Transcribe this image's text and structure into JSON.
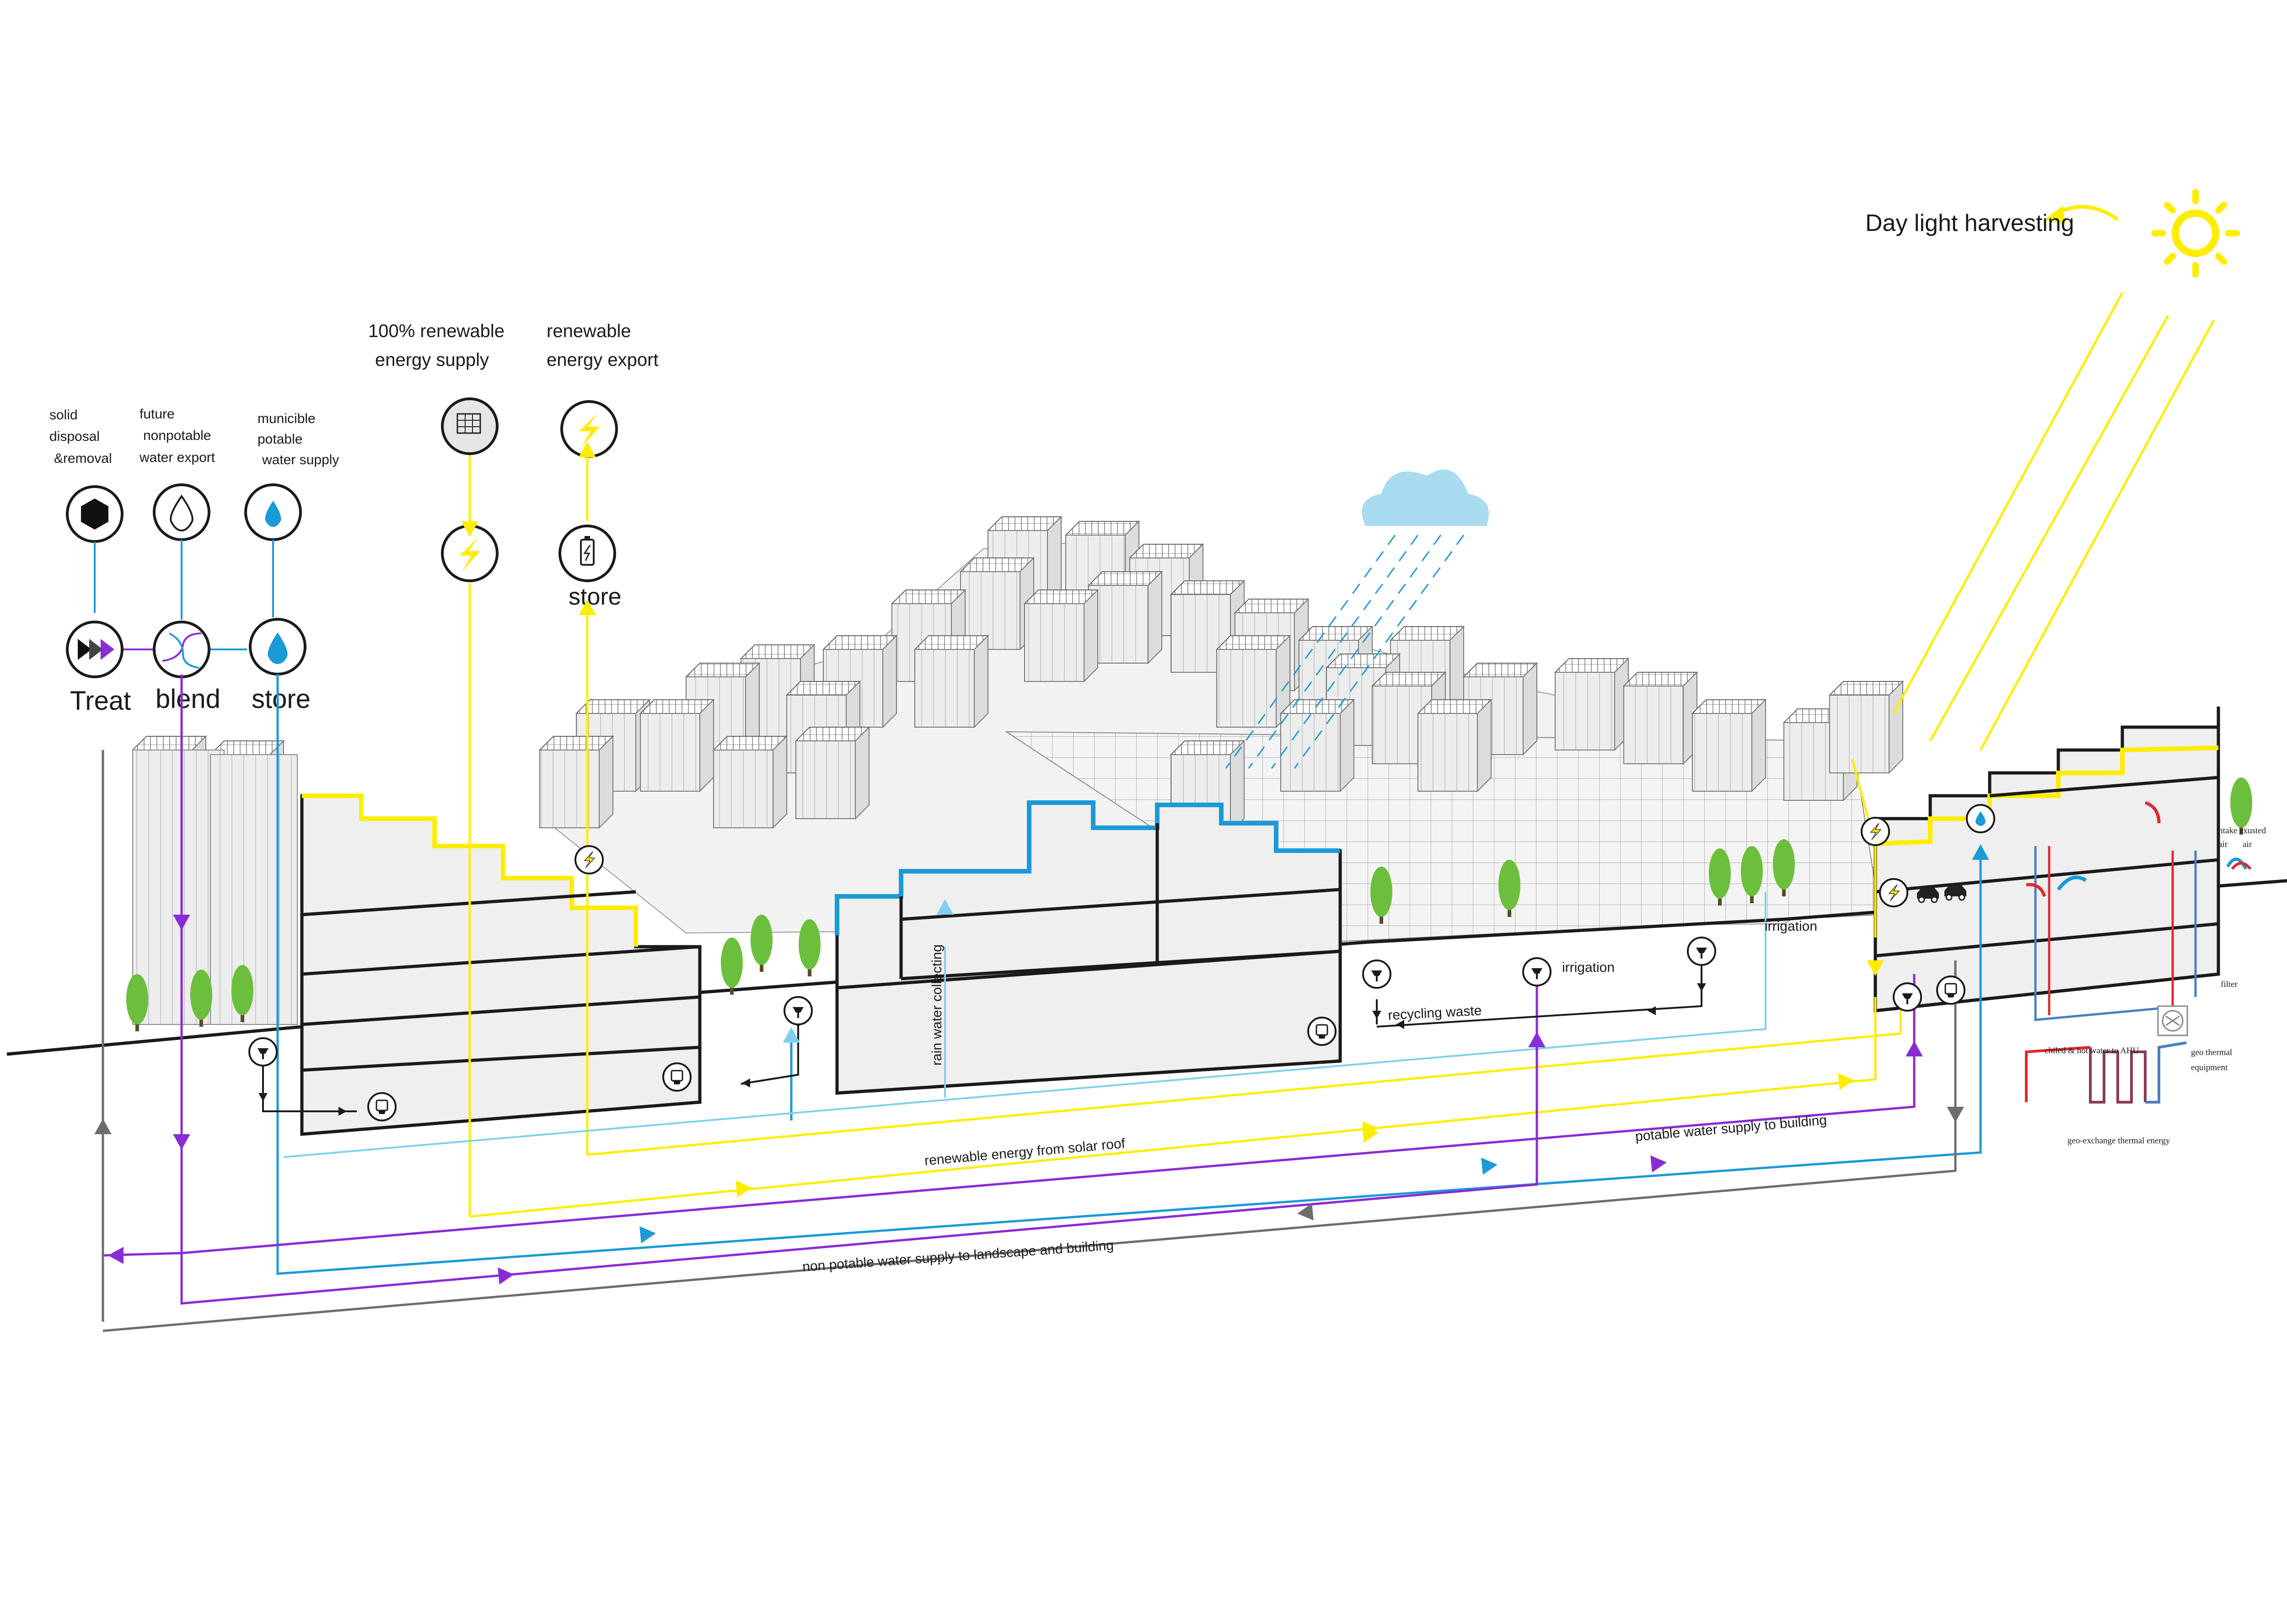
{
  "labels": {
    "daylight": "Day light harvesting",
    "renewable_supply_1": "100% renewable",
    "renewable_supply_2": "energy supply",
    "renewable_export_1": "renewable",
    "renewable_export_2": "energy export",
    "store_energy": "store",
    "solid_1": "solid",
    "solid_2": "disposal",
    "solid_3": "&removal",
    "future_1": "future",
    "future_2": "nonpotable",
    "future_3": "water export",
    "municible_1": "municible",
    "municible_2": "potable",
    "municible_3": "water supply",
    "treat": "Treat",
    "blend": "blend",
    "store_water": "store",
    "rain_water": "rain water collecting",
    "irrigation_1": "irrigation",
    "irrigation_2": "irrigation",
    "recycling": "recycling waste",
    "renewable_roof": "renewable energy from solar roof",
    "potable_building": "potable water supply to building",
    "nonpotable": "non potable water supply to landscape and building",
    "intake_1": "intake exusted",
    "intake_2": "air",
    "intake_3": "air",
    "chiled": "chiled & hot water to AHU",
    "geo_equip_1": "geo thermal",
    "geo_equip_2": "equipment",
    "geo_exchange": "geo-exchange thermal energy",
    "filter": "filter"
  },
  "colors": {
    "energy": "#ffed00",
    "water": "#1a9ad6",
    "light_water": "#7fd0ee",
    "nonpotable": "#8a2bd6",
    "waste": "#6d6d6d",
    "outline": "#1a1a1a",
    "cloud": "#a9dcf0",
    "tree": "#6cbf3c",
    "hot": "#e0282e"
  },
  "icons": [
    "sun-icon",
    "cloud-icon",
    "solar-panel-icon",
    "lightning-icon",
    "battery-icon",
    "hexagon-icon",
    "drop-outline-icon",
    "drop-icon",
    "treat-icon",
    "blend-icon",
    "toilet-icon",
    "sink-icon",
    "fan-icon",
    "tree-icon",
    "car-icon"
  ]
}
